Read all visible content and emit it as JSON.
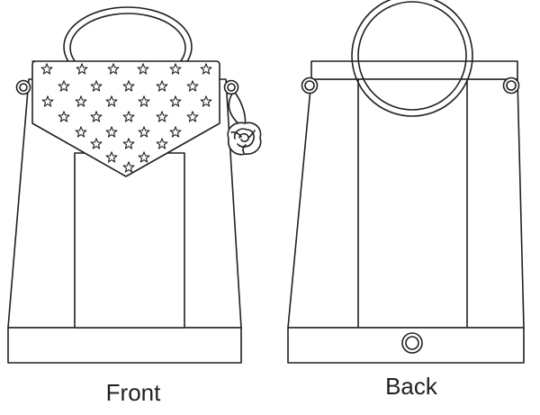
{
  "colors": {
    "stroke": "#231f20",
    "fill": "#ffffff"
  },
  "views": {
    "front": {
      "label": "Front"
    },
    "back": {
      "label": "Back"
    }
  },
  "front": {
    "flap": {
      "star_count": 34
    },
    "charm": {
      "icon": "rose-icon"
    }
  }
}
